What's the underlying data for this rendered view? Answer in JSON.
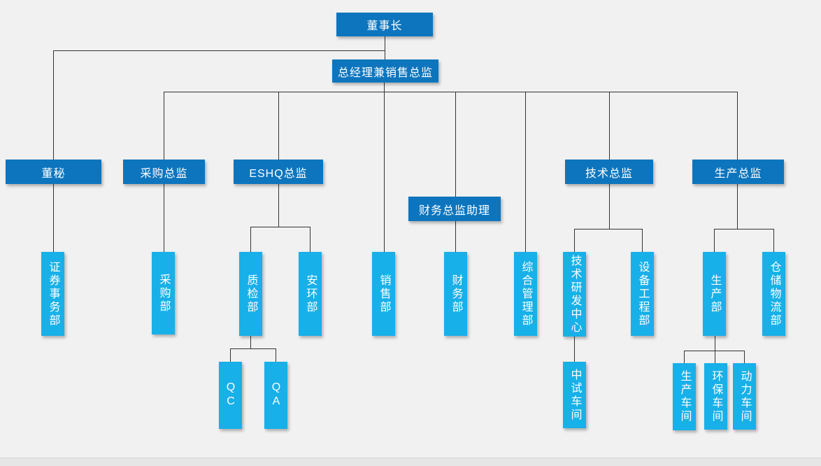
{
  "org_chart": {
    "title": "company-organization-chart",
    "nodes": {
      "chairman": "董事长",
      "gm": "总经理兼销售总监",
      "board_secretary": "董秘",
      "procurement_director": "采购总监",
      "eshq_director": "ESHQ总监",
      "finance_director_assistant": "财务总监助理",
      "tech_director": "技术总监",
      "production_director": "生产总监",
      "securities_affairs_dept": "证券事务部",
      "procurement_dept": "采购部",
      "quality_inspection_dept": "质检部",
      "safety_env_dept": "安环部",
      "sales_dept": "销售部",
      "finance_dept": "财务部",
      "general_admin_dept": "综合管理部",
      "tech_rd_center": "技术研发中心",
      "equipment_eng_dept": "设备工程部",
      "production_dept": "生产部",
      "warehouse_logistics_dept": "仓储物流部",
      "qc": "QC",
      "qa": "QA",
      "pilot_workshop": "中试车间",
      "production_workshop": "生产车间",
      "env_protection_workshop": "环保车间",
      "power_workshop": "动力车间"
    },
    "hierarchy": {
      "chairman": [
        "board_secretary",
        "gm"
      ],
      "gm": [
        "procurement_director",
        "eshq_director",
        "sales_dept",
        "finance_director_assistant",
        "general_admin_dept",
        "tech_director",
        "production_director"
      ],
      "board_secretary": [
        "securities_affairs_dept"
      ],
      "procurement_director": [
        "procurement_dept"
      ],
      "eshq_director": [
        "quality_inspection_dept",
        "safety_env_dept"
      ],
      "quality_inspection_dept": [
        "qc",
        "qa"
      ],
      "finance_director_assistant": [
        "finance_dept"
      ],
      "tech_director": [
        "tech_rd_center",
        "equipment_eng_dept"
      ],
      "tech_rd_center": [
        "pilot_workshop"
      ],
      "production_director": [
        "production_dept",
        "warehouse_logistics_dept"
      ],
      "production_dept": [
        "production_workshop",
        "env_protection_workshop",
        "power_workshop"
      ]
    },
    "colors": {
      "level_box": "#0d75bd",
      "dept_box": "#18b0e8",
      "line": "#333333",
      "background": "#f1f1f1"
    }
  }
}
